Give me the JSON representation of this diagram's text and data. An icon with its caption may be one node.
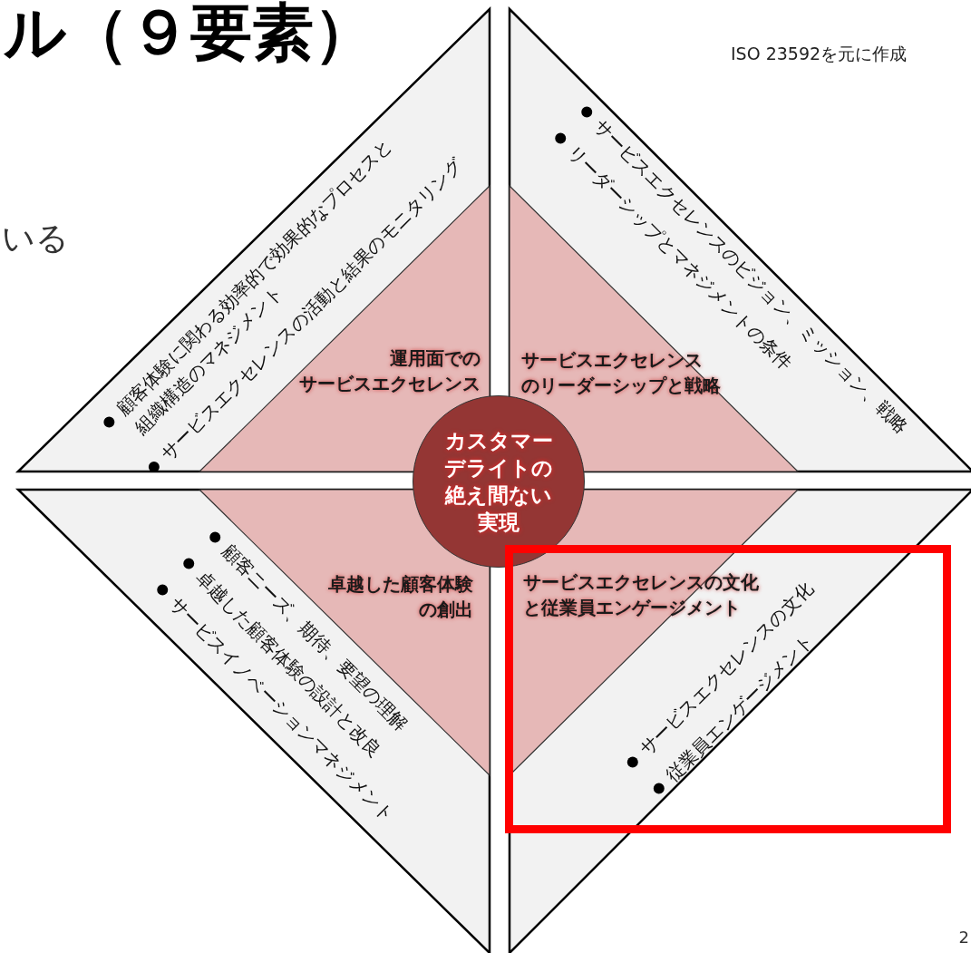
{
  "diagram": {
    "title": "ル（９要素）",
    "nodes": [
      {
        "text": [
          "顧客体験に関わる効率的で効果的なプロセスと組織構造のマネジメント",
          "サービスエクセレンスの活動と結果のモニタリング"
        ]
      },
      {
        "text": [
          "運用面でのサービスエクセレンス"
        ],
        "in": 0
      },
      {
        "text": [
          "サービスエクセレンスのビジョン、ミッション、戦略",
          "リーダーシップとマネジメントの条件"
        ]
      },
      {
        "text": [
          "サービスエクセレンスのリーダーシップと戦略"
        ],
        "in": 2
      },
      {
        "text": [
          "顧客ニーズ、期待、要望の理解",
          "卓越した顧客体験の設計と改良",
          "サービスイノベーションマネジメント"
        ]
      },
      {
        "text": [
          "卓越した顧客体験の創出"
        ],
        "in": 4
      },
      {
        "text": [
          "サービスエクセレンスの文化",
          "従業員エンゲージメント"
        ]
      },
      {
        "text": [
          "サービスエクセレンスの文化と従業員エンゲージメント"
        ],
        "in": 6
      },
      {
        "text": [
          "カスタマーデライトの絶え間ない実現"
        ]
      }
    ],
    "labels": [
      "ISO 23592を元に作成",
      "いる",
      "2"
    ]
  }
}
